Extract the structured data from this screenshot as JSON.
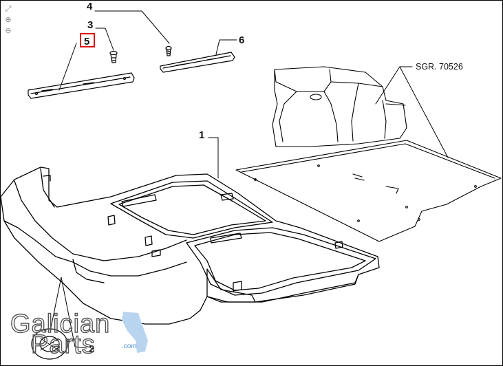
{
  "toolbar": {
    "fit_icon": "fit-to-window-icon",
    "zoom_in_icon": "zoom-in-icon",
    "zoom_out_icon": "zoom-out-icon"
  },
  "callouts": {
    "p1": "1",
    "p2": "2",
    "p3": "3",
    "p4": "4",
    "p5": "5",
    "p6": "6",
    "ref": "SGR. 70526"
  },
  "highlight": {
    "part": "5",
    "color": "#e01010"
  },
  "watermark": {
    "line1": "Galician",
    "line2": "Parts",
    "suffix": ".com",
    "accent_color": "#4a8fd4"
  }
}
